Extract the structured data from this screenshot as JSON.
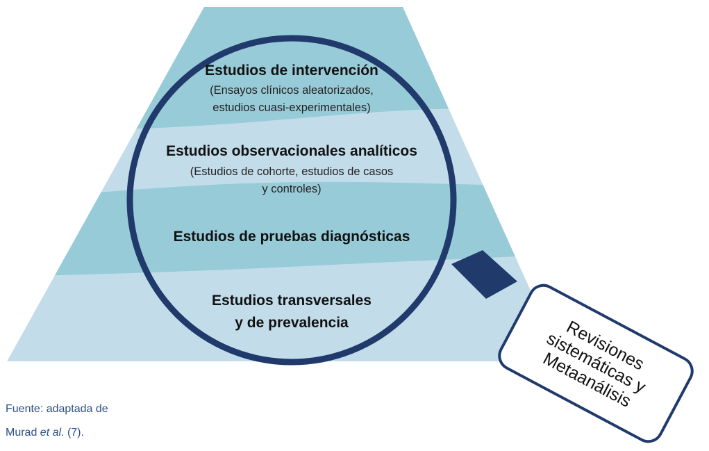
{
  "colors": {
    "band_dark": "#98cbd8",
    "band_light": "#c3dcea",
    "lens_frame": "#1f3a6b",
    "source_text": "#2b4f87"
  },
  "levels": [
    {
      "title": "Estudios de intervención",
      "subtitle_lines": [
        "(Ensayos clínicos aleatorizados,",
        "estudios cuasi-experimentales)"
      ]
    },
    {
      "title": "Estudios observacionales analíticos",
      "subtitle_lines": [
        "(Estudios de cohorte, estudios de casos",
        "y controles)"
      ]
    },
    {
      "title": "Estudios de pruebas diagnósticas",
      "subtitle_lines": []
    },
    {
      "title_lines": [
        "Estudios transversales",
        "y de prevalencia"
      ]
    }
  ],
  "magnifier_label": {
    "lines": [
      "Revisiones",
      "sistemáticas y",
      "Metaanálisis"
    ],
    "icon": "magnifying-glass-icon"
  },
  "source": {
    "line1": "Fuente: adaptada de",
    "line2_prefix": "Murad ",
    "line2_italic": "et al",
    "line2_suffix": ". (7)."
  }
}
